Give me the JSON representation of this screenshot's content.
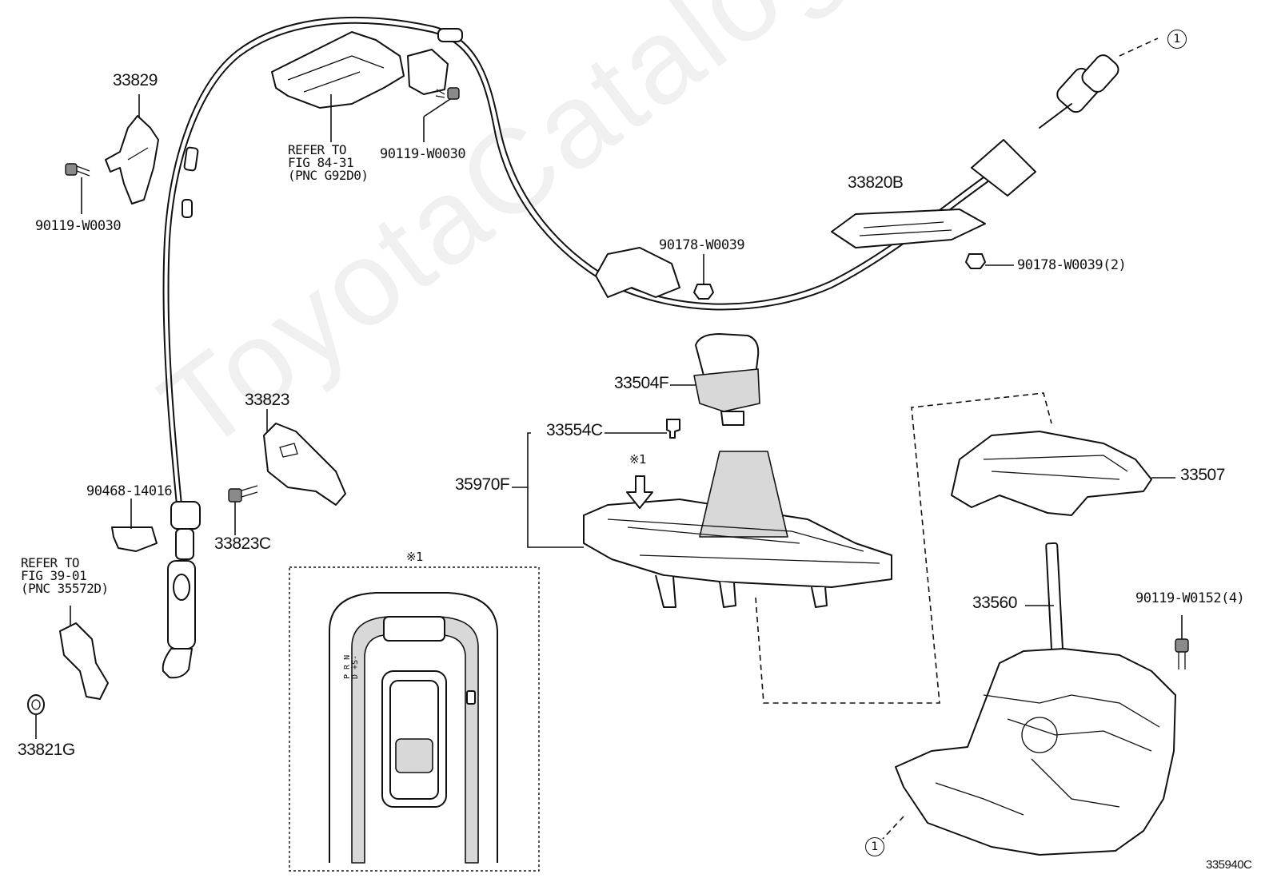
{
  "watermark": "ToyotaCatalog.ru",
  "diagram_code": "335940C",
  "callout_mark": "1",
  "inset_label": "※1",
  "arrow_label": "※1",
  "labels": {
    "p33829": "33829",
    "p90119_left": "90119-W0030",
    "p_refer_g92d0": "REFER TO\nFIG 84-31\n(PNC G92D0)",
    "p90119_top": "90119-W0030",
    "p90178_a": "90178-W0039",
    "p33820b": "33820B",
    "p90178_b": "90178-W0039(2)",
    "p33504f": "33504F",
    "p33554c": "33554C",
    "p35970f": "35970F",
    "p33823": "33823",
    "p33823c": "33823C",
    "p90468": "90468-14016",
    "p_refer_35572d": "REFER TO\nFIG 39-01\n(PNC 35572D)",
    "p33821g": "33821G",
    "p33507": "33507",
    "p33560": "33560",
    "p90119_w0152": "90119-W0152(4)"
  },
  "shift_pattern": [
    "P",
    "R",
    "N",
    "D",
    "+S-"
  ]
}
